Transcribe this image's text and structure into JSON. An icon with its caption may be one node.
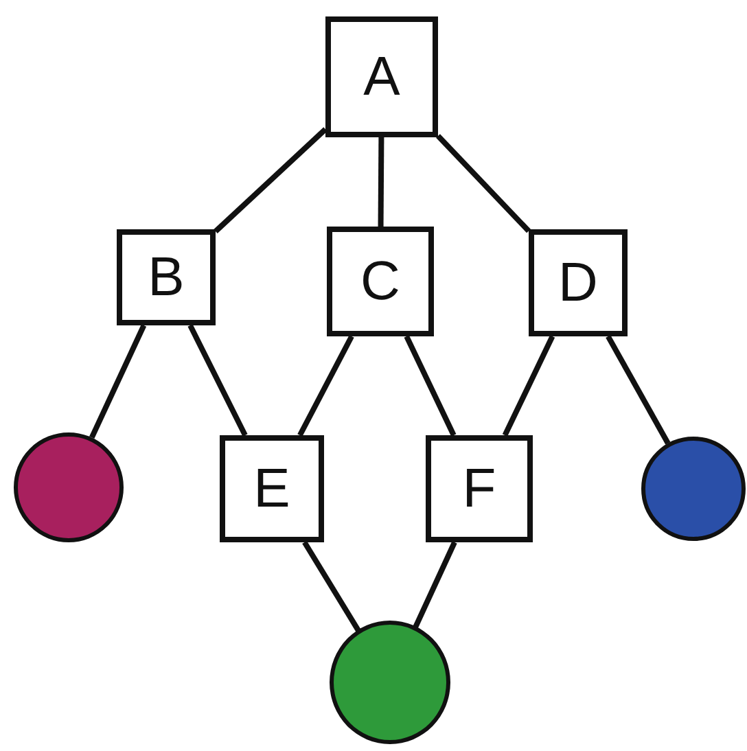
{
  "diagram": {
    "nodes": [
      {
        "text": [
          "A"
        ]
      },
      {
        "text": [
          "B"
        ]
      },
      {
        "text": [
          "C"
        ]
      },
      {
        "text": [
          "D"
        ]
      },
      {
        "text": [],
        "shape": "circle"
      },
      {
        "text": [
          "E"
        ]
      },
      {
        "text": [
          "F"
        ]
      },
      {
        "text": [],
        "shape": "circle"
      },
      {
        "text": [],
        "shape": "circle"
      }
    ],
    "edges": [
      {
        "from": 0,
        "to": 1,
        "arrow": "none"
      },
      {
        "from": 0,
        "to": 2,
        "arrow": "none"
      },
      {
        "from": 0,
        "to": 3,
        "arrow": "none"
      },
      {
        "from": 1,
        "to": 4,
        "arrow": "none"
      },
      {
        "from": 1,
        "to": 5,
        "arrow": "none"
      },
      {
        "from": 2,
        "to": 5,
        "arrow": "none"
      },
      {
        "from": 2,
        "to": 6,
        "arrow": "none"
      },
      {
        "from": 3,
        "to": 6,
        "arrow": "none"
      },
      {
        "from": 3,
        "to": 7,
        "arrow": "none"
      },
      {
        "from": 5,
        "to": 8,
        "arrow": "none"
      },
      {
        "from": 6,
        "to": 8,
        "arrow": "none"
      }
    ]
  }
}
